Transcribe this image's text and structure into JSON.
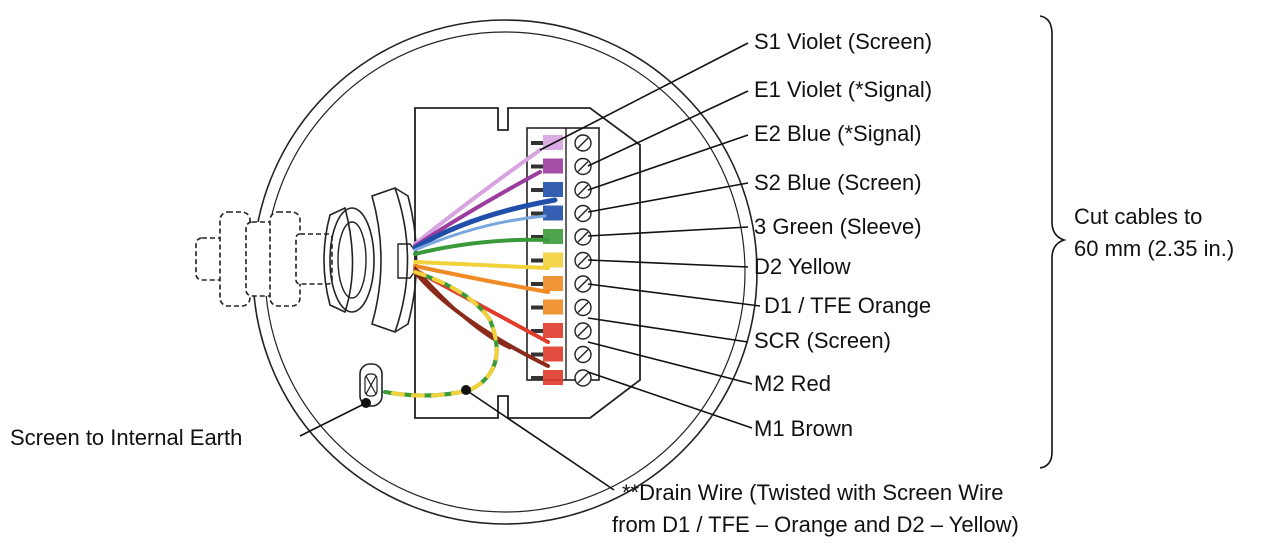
{
  "terminal_labels": [
    {
      "text": "S1 Violet (Screen)",
      "color": "#c9a0d9"
    },
    {
      "text": "E1 Violet (*Signal)",
      "color": "#9b3c9e"
    },
    {
      "text": "E2 Blue (*Signal)",
      "color": "#1f4fa8"
    },
    {
      "text": "S2 Blue (Screen)",
      "color": "#7aa7e0"
    },
    {
      "text": "3 Green (Sleeve)",
      "color": "#3a9a3a"
    },
    {
      "text": "D2 Yellow",
      "color": "#f2d23a"
    },
    {
      "text": "D1 / TFE Orange",
      "color": "#f08a24"
    },
    {
      "text": "SCR (Screen)",
      "color": "#d8d8d8"
    },
    {
      "text": "M2 Red",
      "color": "#e03a2a"
    },
    {
      "text": "M1 Brown",
      "color": "#8a2a1a"
    }
  ],
  "bracket_note": {
    "line1": "Cut cables to",
    "line2": "60 mm (2.35 in.)"
  },
  "earth_label": "Screen to Internal Earth",
  "drain_note": {
    "line1": "**Drain Wire (Twisted with Screen Wire",
    "line2": "from D1 / TFE – Orange and D2 – Yellow)"
  }
}
